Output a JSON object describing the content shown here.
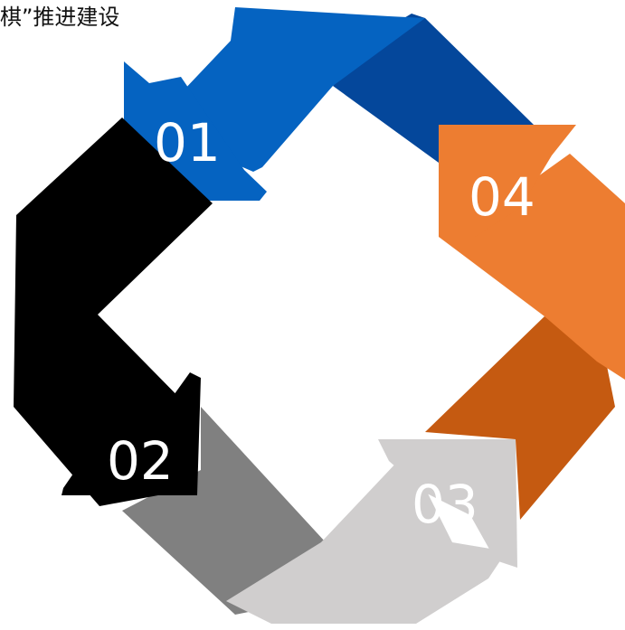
{
  "title_fragment": "棋”推进建设",
  "steps": [
    {
      "label": "01",
      "color": "#0563c1",
      "shade": "#04479b"
    },
    {
      "label": "02",
      "color": "#000000",
      "shade": "#808080"
    },
    {
      "label": "03",
      "color": "#d0cece",
      "shade": "#bdbcbc"
    },
    {
      "label": "04",
      "color": "#ed7d31",
      "shade": "#c55a11"
    }
  ]
}
